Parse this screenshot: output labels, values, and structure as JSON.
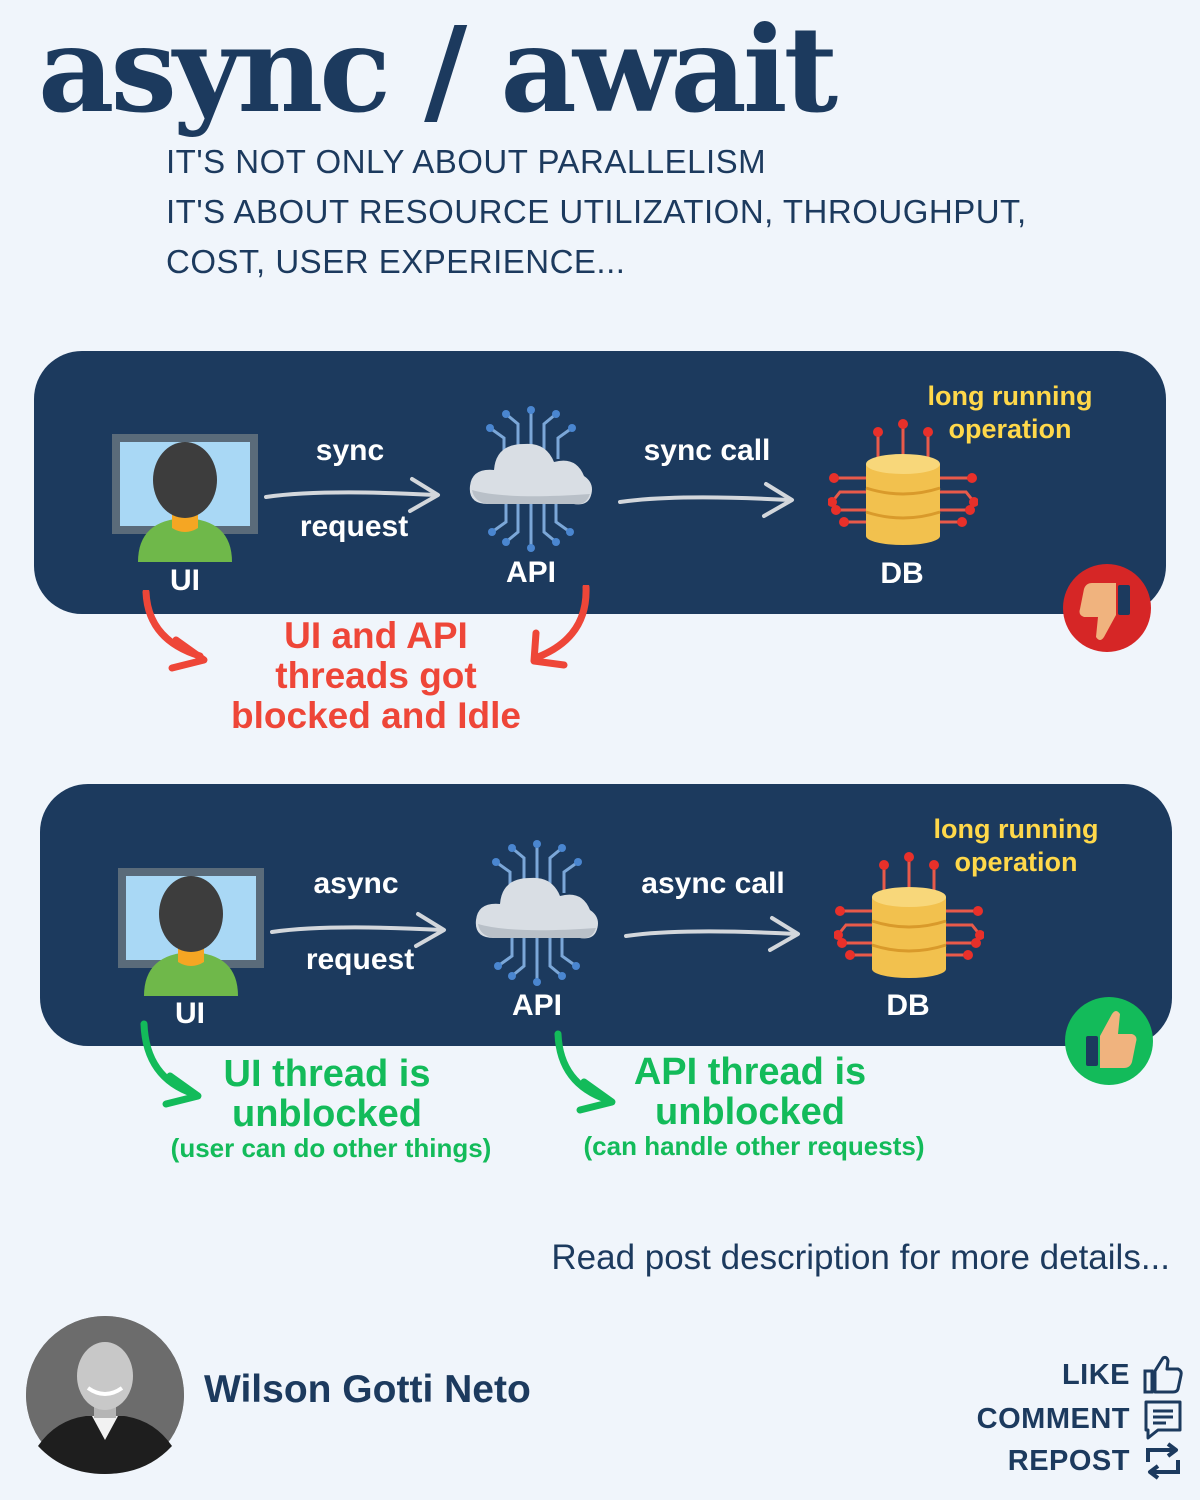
{
  "title": "async / await",
  "subtitle": [
    "IT'S NOT ONLY ABOUT PARALLELISM",
    "IT'S ABOUT RESOURCE UTILIZATION, THROUGHPUT,",
    "COST, USER EXPERIENCE..."
  ],
  "sync_panel": {
    "request_top": "sync",
    "request_bottom": "request",
    "call_label": "sync call",
    "ui_label": "UI",
    "api_label": "API",
    "db_label": "DB",
    "note_line1": "long running",
    "note_line2": "operation",
    "result_lines": [
      "UI and API",
      "threads got",
      "blocked and Idle"
    ],
    "verdict_icon": "thumbs-down-icon"
  },
  "async_panel": {
    "request_top": "async",
    "request_bottom": "request",
    "call_label": "async call",
    "ui_label": "UI",
    "api_label": "API",
    "db_label": "DB",
    "note_line1": "long running",
    "note_line2": "operation",
    "ui_result_lines": [
      "UI thread is",
      "unblocked"
    ],
    "ui_result_sub": "(user can do other things)",
    "api_result_lines": [
      "API thread is",
      "unblocked"
    ],
    "api_result_sub": "(can handle other requests)",
    "verdict_icon": "thumbs-up-icon"
  },
  "footer": {
    "note": "Read post description for more details...",
    "author": "Wilson Gotti Neto",
    "actions": [
      {
        "label": "LIKE",
        "icon": "like-outline-icon"
      },
      {
        "label": "COMMENT",
        "icon": "comment-icon"
      },
      {
        "label": "REPOST",
        "icon": "repost-icon"
      }
    ]
  },
  "colors": {
    "navy": "#1c3a5e",
    "background": "#f0f5fb",
    "red": "#ee4638",
    "green": "#13bb5a",
    "yellow": "#ffd84a"
  }
}
